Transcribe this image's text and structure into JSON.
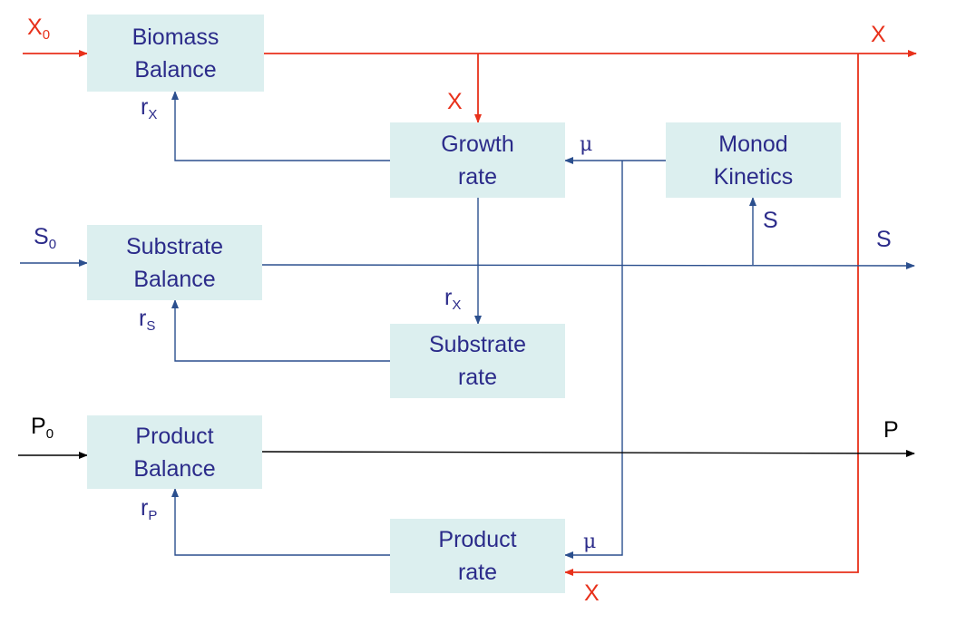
{
  "boxes": {
    "biomass_balance": {
      "line1": "Biomass",
      "line2": "Balance"
    },
    "growth_rate": {
      "line1": "Growth",
      "line2": "rate"
    },
    "monod_kinetics": {
      "line1": "Monod",
      "line2": "Kinetics"
    },
    "substrate_balance": {
      "line1": "Substrate",
      "line2": "Balance"
    },
    "substrate_rate": {
      "line1": "Substrate",
      "line2": "rate"
    },
    "product_balance": {
      "line1": "Product",
      "line2": "Balance"
    },
    "product_rate": {
      "line1": "Product",
      "line2": "rate"
    }
  },
  "labels": {
    "x0": {
      "base": "X",
      "sub": "0"
    },
    "x_out": "X",
    "x_to_growth": "X",
    "x_to_product_rate": "X",
    "rx_biomass": {
      "base": "r",
      "sub": "X"
    },
    "rx_substrate_rate": {
      "base": "r",
      "sub": "X"
    },
    "mu_growth": "μ",
    "mu_product": "μ",
    "s_to_monod": "S",
    "s0": {
      "base": "S",
      "sub": "0"
    },
    "s_out": "S",
    "rs": {
      "base": "r",
      "sub": "S"
    },
    "p0": {
      "base": "P",
      "sub": "0"
    },
    "p_out": "P",
    "rp": {
      "base": "r",
      "sub": "P"
    }
  },
  "colors": {
    "box_fill": "#dcefef",
    "box_text": "#2b2b8a",
    "blue_line": "#2b4f8e",
    "red_line": "#e8311b",
    "black_line": "#000000"
  }
}
